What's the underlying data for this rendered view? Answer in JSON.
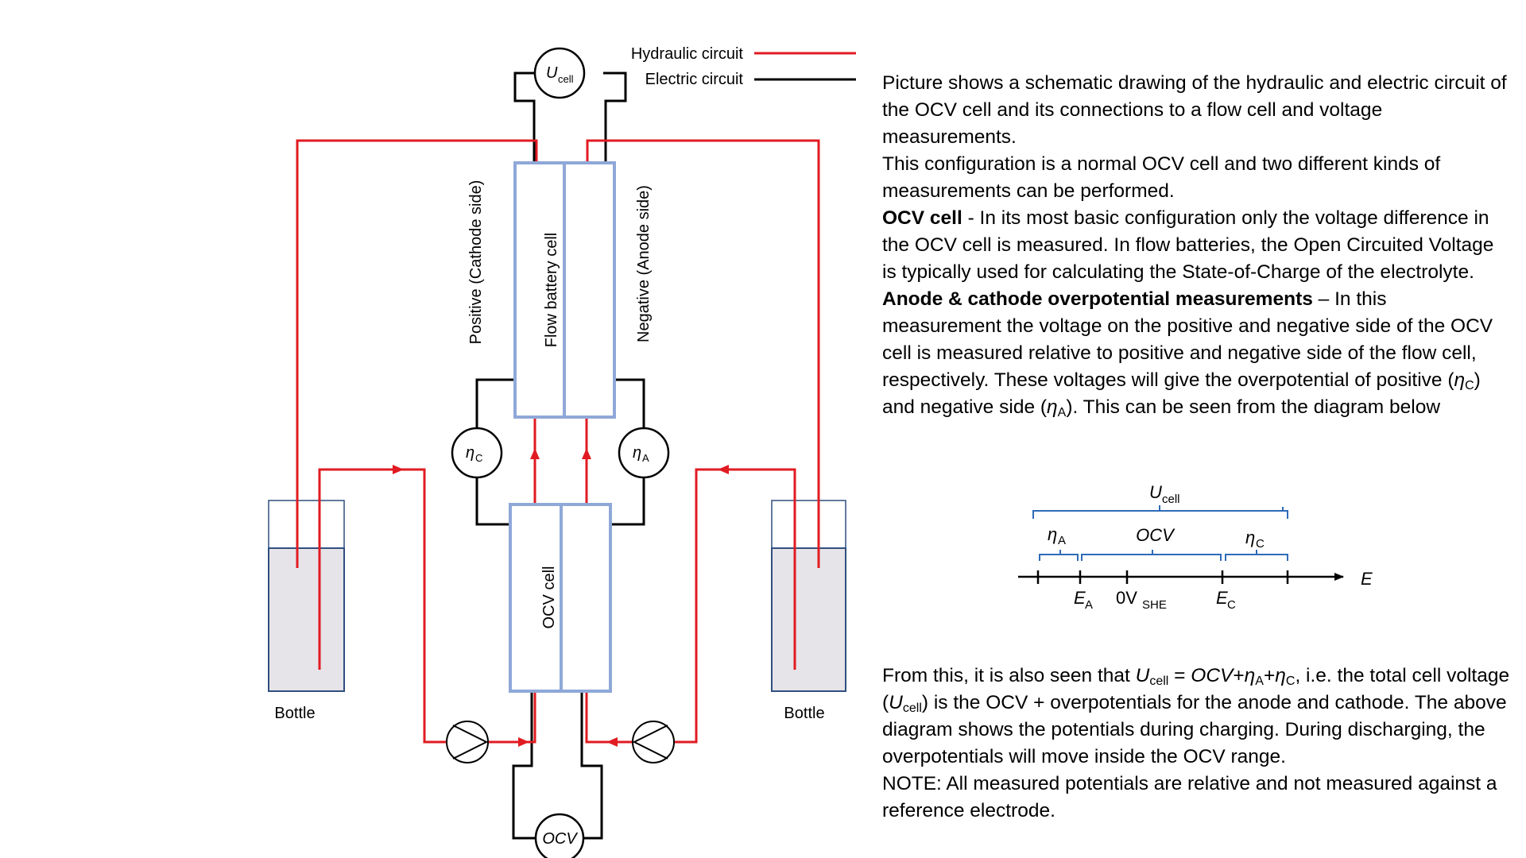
{
  "legend": {
    "hydraulic": "Hydraulic circuit",
    "electric": "Electric circuit",
    "hydraulic_color": "#e11b22",
    "electric_color": "#000000"
  },
  "meters": {
    "ucell_main": "U",
    "ucell_sub": "cell",
    "eta_c_main": "η",
    "eta_c_sub": "C",
    "eta_a_main": "η",
    "eta_a_sub": "A",
    "ocv": "OCV"
  },
  "cells": {
    "flow_battery": "Flow battery cell",
    "ocv_cell": "OCV cell",
    "positive_side": "Positive (Cathode side)",
    "negative_side": "Negative (Anode side)",
    "border_color": "#8fa8d8"
  },
  "bottles": {
    "left": "Bottle",
    "right": "Bottle",
    "fill_color": "#e6e4e8",
    "border_color": "#2f4f7f"
  },
  "potential_diagram": {
    "ucell_main": "U",
    "ucell_sub": "cell",
    "eta_a_main": "η",
    "eta_a_sub": "A",
    "ocv": "OCV",
    "eta_c_main": "η",
    "eta_c_sub": "C",
    "axis_label": "E",
    "ea_main": "E",
    "ea_sub": "A",
    "zero_main": "0V",
    "zero_sub": "SHE",
    "ec_main": "E",
    "ec_sub": "C",
    "brace_color": "#2e6bb8"
  },
  "description": {
    "p1": "Picture shows a schematic drawing of the hydraulic and electric circuit of the OCV cell and its connections to a flow cell and voltage measurements.",
    "p2": "This configuration is a normal OCV cell and two different kinds of measurements can be performed.",
    "p3_bold": "OCV cell",
    "p3_text": "  - In its most basic configuration only the voltage difference in the OCV cell is measured. In flow batteries, the Open Circuited Voltage is typically used for calculating the State-of-Charge of the electrolyte.",
    "p4_bold": "Anode & cathode overpotential measurements",
    "p4_text_a": " – In this measurement the voltage on the positive and negative side of the OCV cell is measured relative to positive and negative side of the flow cell, respectively. These voltages will give the overpotential of positive (",
    "p4_eta": "η",
    "p4_c": "C",
    "p4_text_b": ") and negative side (",
    "p4_a": "A",
    "p4_text_c": "). This can be seen from the diagram below",
    "f1": "From this, it is also seen that ",
    "f_u": "U",
    "f_cell": "cell",
    "f_eq": " = ",
    "f_ocv": "OCV",
    "f_plus": "+",
    "f_eta": "η",
    "f_a": "A",
    "f_c": "C",
    "f2": ", i.e. the total cell voltage (",
    "f3": ") is the OCV + overpotentials for the anode and cathode. The above diagram shows the potentials during charging. During discharging, the overpotentials will move inside the OCV range.",
    "note": "NOTE: All measured potentials are relative and not measured against a reference electrode."
  }
}
